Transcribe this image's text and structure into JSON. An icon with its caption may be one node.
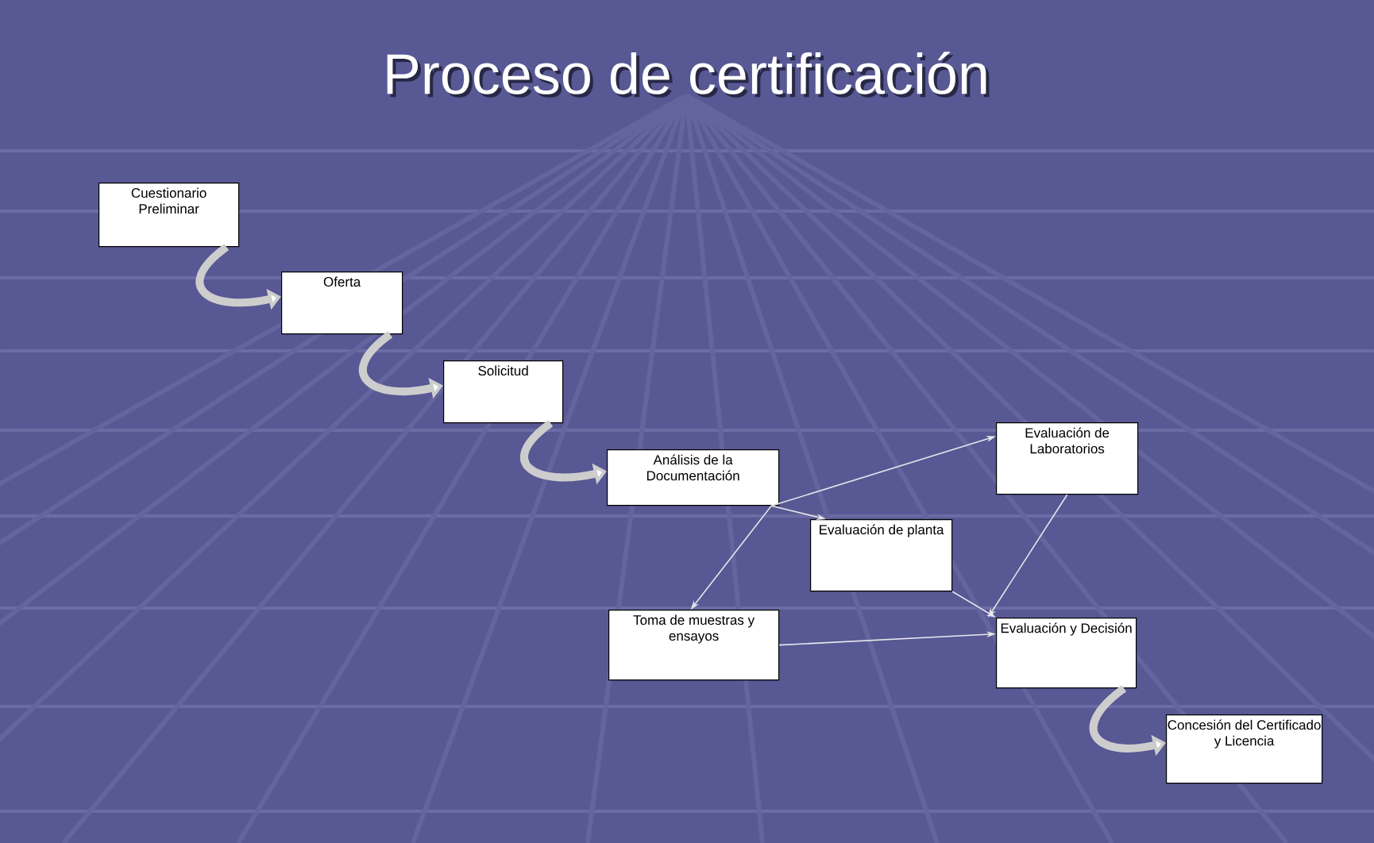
{
  "diagram": {
    "title": "Proceso de certificación",
    "nodes": [
      {
        "text": [
          "Cuestionario Preliminar"
        ]
      },
      {
        "text": [
          "Oferta"
        ]
      },
      {
        "text": [
          "Solicitud"
        ]
      },
      {
        "text": [
          "Análisis de la Documentación"
        ]
      },
      {
        "text": [
          "Evaluación de Laboratorios"
        ]
      },
      {
        "text": [
          "Evaluación de planta"
        ]
      },
      {
        "text": [
          "Toma de muestras y ensayos"
        ]
      },
      {
        "text": [
          "Evaluación y Decisión"
        ]
      },
      {
        "text": [
          "Concesión del Certificado y Licencia"
        ]
      }
    ],
    "edges": [
      {
        "from": 0,
        "to": 1,
        "arrow": "to",
        "style": "thick"
      },
      {
        "from": 1,
        "to": 2,
        "arrow": "to",
        "style": "thick"
      },
      {
        "from": 2,
        "to": 3,
        "arrow": "to",
        "style": "thick"
      },
      {
        "from": 3,
        "to": 4,
        "arrow": "to"
      },
      {
        "from": 3,
        "to": 5,
        "arrow": "to"
      },
      {
        "from": 3,
        "to": 6,
        "arrow": "to"
      },
      {
        "from": 4,
        "to": 7,
        "arrow": "to"
      },
      {
        "from": 5,
        "to": 7,
        "arrow": "to"
      },
      {
        "from": 6,
        "to": 7,
        "arrow": "to"
      },
      {
        "from": 7,
        "to": 8,
        "arrow": "to",
        "style": "thick"
      }
    ]
  }
}
